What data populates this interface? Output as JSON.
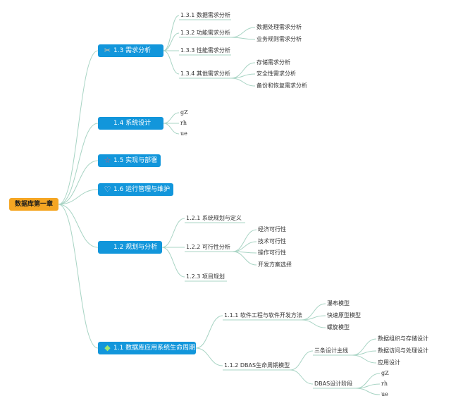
{
  "root": {
    "label": "数据库第一章"
  },
  "colors": {
    "line": "#a8d4c4",
    "root_bg": "#f5a623",
    "topic_bg": "#1296db"
  },
  "topics": [
    {
      "label": "1.3 需求分析",
      "icon": "tools-icon",
      "children": [
        {
          "label": "1.3.1 数据需求分析"
        },
        {
          "label": "1.3.2 功能需求分析",
          "children": [
            "数据处理需求分析",
            "业务规则需求分析"
          ]
        },
        {
          "label": "1.3.3 性能需求分析"
        },
        {
          "label": "1.3.4 其他需求分析",
          "children": [
            "存储需求分析",
            "安全性需求分析",
            "备份和恢复需求分析"
          ]
        }
      ]
    },
    {
      "label": "1.4 系统设计",
      "children": [
        {
          "label": "gZ"
        },
        {
          "label": "rh"
        },
        {
          "label": "ue"
        }
      ]
    },
    {
      "label": "1.5 实现与部署",
      "icon": "star-icon"
    },
    {
      "label": "1.6 运行管理与维护",
      "icon": "heart-icon"
    },
    {
      "label": "1.2 规划与分析",
      "children": [
        {
          "label": "1.2.1 系统规划与定义"
        },
        {
          "label": "1.2.2 可行性分析",
          "children": [
            "经济可行性",
            "技术可行性",
            "操作可行性",
            "开发方案选择"
          ]
        },
        {
          "label": "1.2.3 项目规划"
        }
      ]
    },
    {
      "label": "1.1 数据库应用系统生命周期",
      "icon": "diamond-icon",
      "children": [
        {
          "label": "1.1.1 软件工程与软件开发方法",
          "children": [
            "瀑布模型",
            "快速原型模型",
            "螺旋模型"
          ]
        },
        {
          "label": "1.1.2 DBAS生命周期模型",
          "children": [
            {
              "label": "三条设计主线",
              "children": [
                "数据组织与存储设计",
                "数据访问与处理设计",
                "应用设计"
              ]
            },
            {
              "label": "DBAS设计阶段",
              "children": [
                "gZ",
                "rh",
                "ue"
              ]
            }
          ]
        }
      ]
    }
  ]
}
